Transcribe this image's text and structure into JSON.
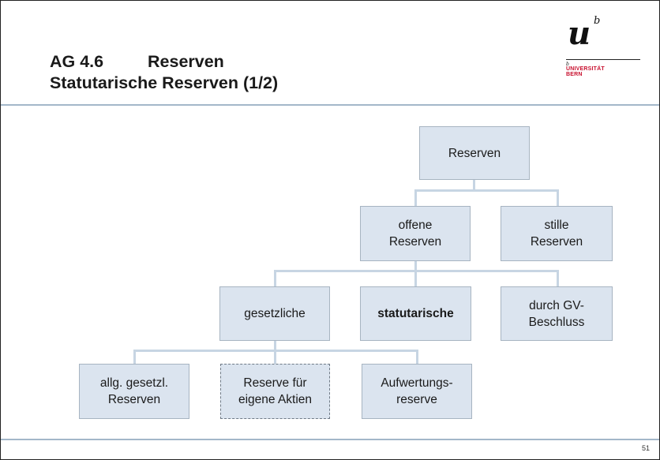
{
  "header": {
    "code": "AG 4.6",
    "title": "Reserven",
    "subtitle": "Statutarische Reserven (1/2)"
  },
  "logo": {
    "u": "u",
    "b": "b",
    "small_b": "b",
    "line1": "UNIVERSITÄT",
    "line2": "BERN",
    "color": "#c8102e"
  },
  "tree": {
    "root": "Reserven",
    "level2": [
      "offene\nReserven",
      "stille\nReserven"
    ],
    "level3": [
      "gesetzliche",
      "statutarische",
      "durch GV-\nBeschluss"
    ],
    "level4": [
      "allg. gesetzl.\nReserven",
      "Reserve für\neigene Aktien",
      "Aufwertungs-\nreserve"
    ],
    "node_color": "#dbe4ef",
    "connector_color": "#c7d5e3"
  },
  "footer": {
    "page_number": "51"
  }
}
